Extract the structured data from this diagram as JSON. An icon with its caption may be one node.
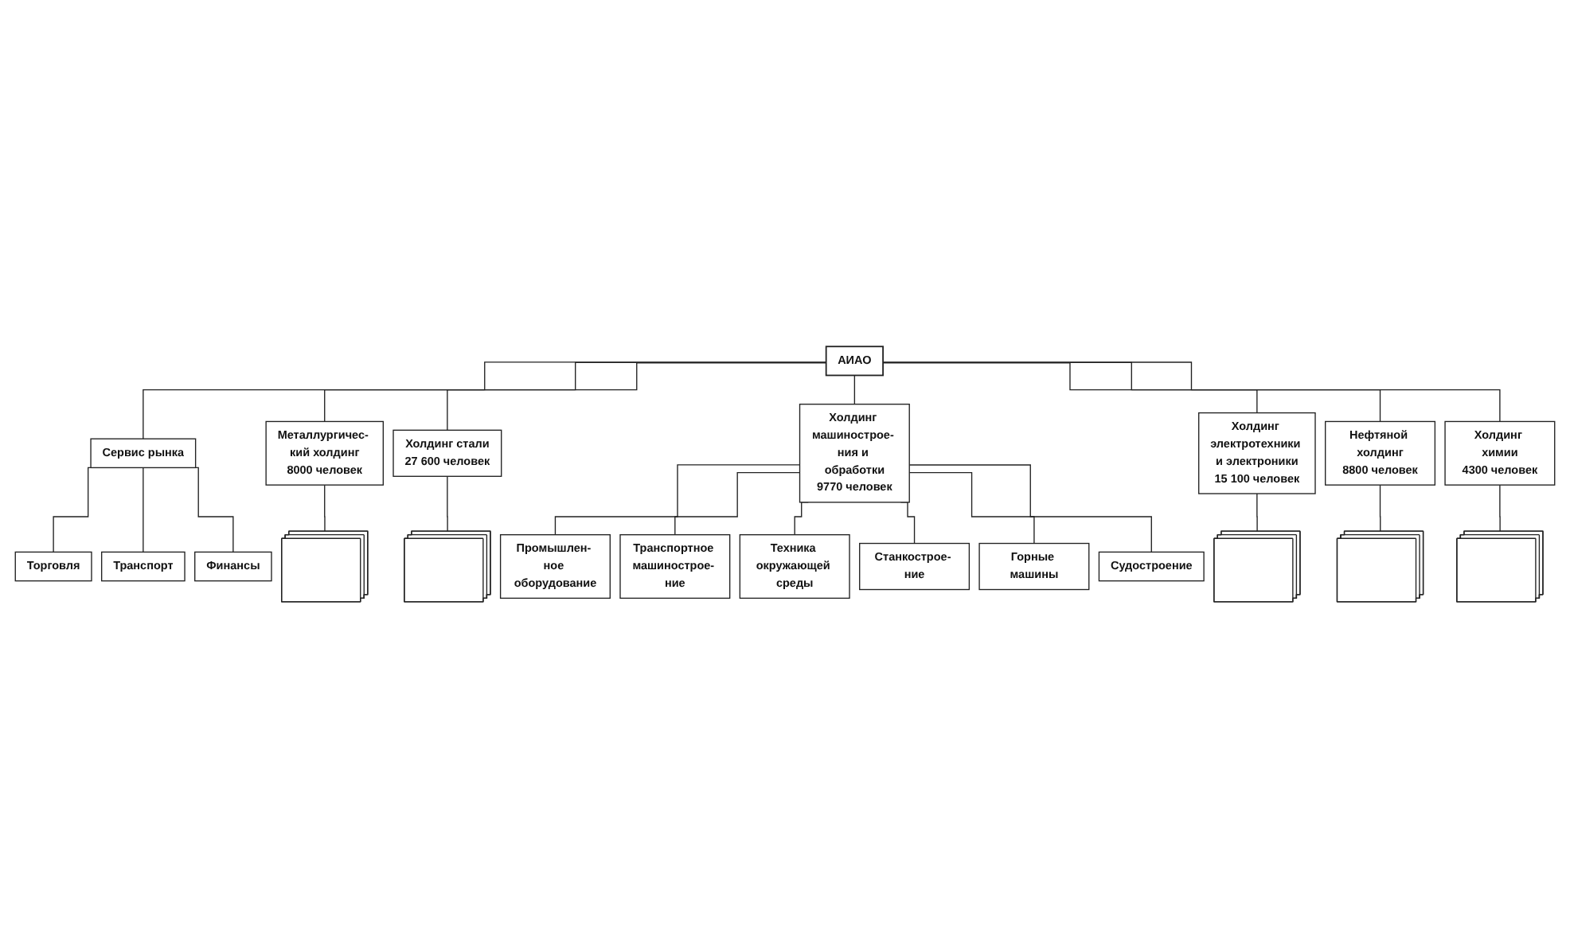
{
  "diagram": {
    "nodes": [
      {
        "text": [
          "АИАО"
        ]
      },
      {
        "text": [
          "Сервис рынка"
        ]
      },
      {
        "text": [
          "Торговля"
        ]
      },
      {
        "text": [
          "Транспорт"
        ]
      },
      {
        "text": [
          "Финансы"
        ]
      },
      {
        "text": [
          "Металлургичес- кий холдинг",
          "8000 человек"
        ]
      },
      {
        "text": [
          "Холдинг стали",
          "27 600 человек"
        ]
      },
      {
        "text": [
          "Холдинг машинострое- ния и обработки",
          "9770 человек"
        ]
      },
      {
        "text": [
          "Холдинг электротехники и электроники",
          "15 100 человек"
        ]
      },
      {
        "text": [
          "Нефтяной холдинг",
          "8800 человек"
        ]
      },
      {
        "text": [
          "Холдинг химии",
          "4300 человек"
        ]
      },
      {
        "text": [],
        "shape": "box"
      },
      {
        "text": [],
        "shape": "box"
      },
      {
        "text": [],
        "shape": "box"
      },
      {
        "text": [],
        "shape": "box"
      },
      {
        "text": [],
        "shape": "box"
      },
      {
        "text": [
          "Промышлен- ное оборудование"
        ]
      },
      {
        "text": [
          "Транспортное машинострое- ние"
        ]
      },
      {
        "text": [
          "Техника окружающей среды"
        ]
      },
      {
        "text": [
          "Станкострое- ние"
        ]
      },
      {
        "text": [
          "Горные машины"
        ]
      },
      {
        "text": [
          "Судостроение"
        ]
      }
    ],
    "edges": [
      {
        "from": 0,
        "to": 1,
        "arrow": "none"
      },
      {
        "from": 1,
        "to": 2,
        "arrow": "none"
      },
      {
        "from": 1,
        "to": 3,
        "arrow": "none"
      },
      {
        "from": 1,
        "to": 4,
        "arrow": "none"
      },
      {
        "from": 0,
        "to": 5,
        "arrow": "none"
      },
      {
        "from": 0,
        "to": 6,
        "arrow": "none"
      },
      {
        "from": 0,
        "to": 7,
        "arrow": "none"
      },
      {
        "from": 0,
        "to": 8,
        "arrow": "none"
      },
      {
        "from": 0,
        "to": 9,
        "arrow": "none"
      },
      {
        "from": 0,
        "to": 10,
        "arrow": "none"
      },
      {
        "from": 5,
        "to": 11,
        "arrow": "none"
      },
      {
        "from": 6,
        "to": 12,
        "arrow": "none"
      },
      {
        "from": 8,
        "to": 13,
        "arrow": "none"
      },
      {
        "from": 9,
        "to": 14,
        "arrow": "none"
      },
      {
        "from": 10,
        "to": 15,
        "arrow": "none"
      },
      {
        "from": 7,
        "to": 16,
        "arrow": "none"
      },
      {
        "from": 7,
        "to": 17,
        "arrow": "none"
      },
      {
        "from": 7,
        "to": 18,
        "arrow": "none"
      },
      {
        "from": 7,
        "to": 19,
        "arrow": "none"
      },
      {
        "from": 7,
        "to": 20,
        "arrow": "none"
      },
      {
        "from": 7,
        "to": 21,
        "arrow": "none"
      }
    ]
  }
}
